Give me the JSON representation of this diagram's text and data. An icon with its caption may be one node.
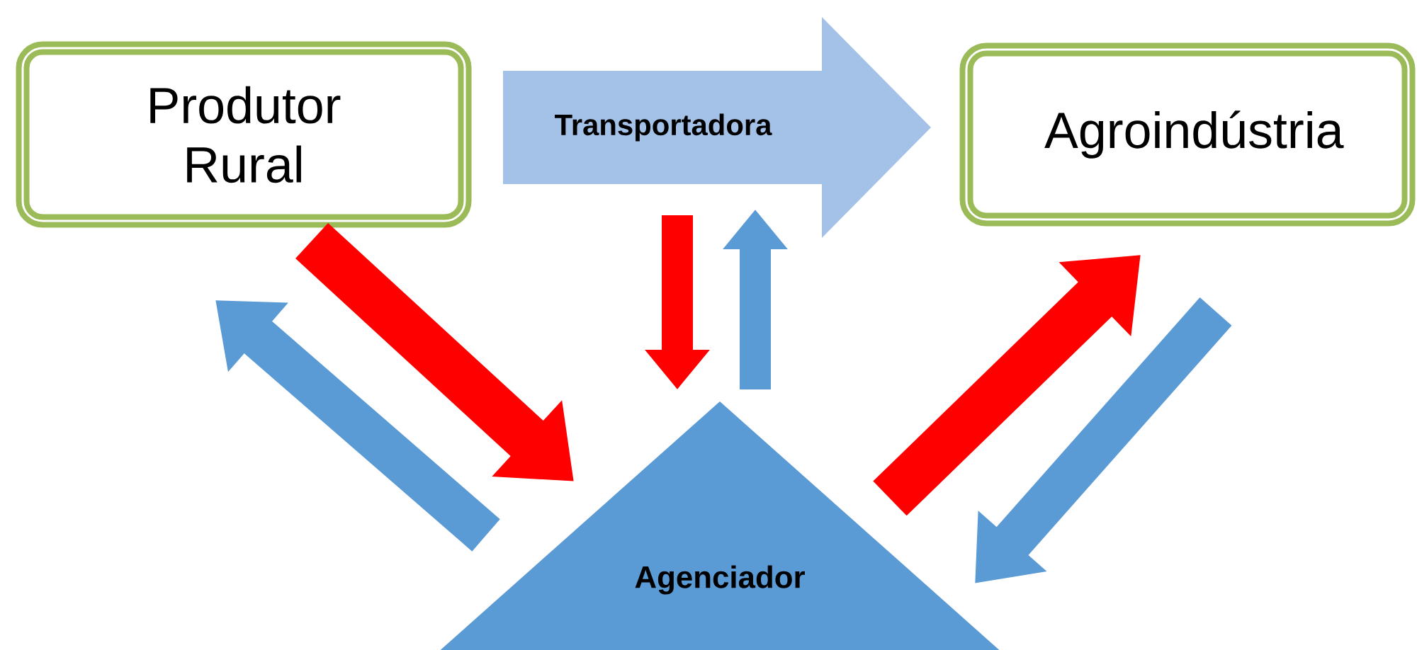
{
  "diagram": {
    "nodes": [
      {
        "text": [
          "Produtor Rural"
        ]
      },
      {
        "text": [
          "Transportadora"
        ]
      },
      {
        "text": [
          "Agroindústria"
        ]
      },
      {
        "text": [
          "Agenciador"
        ]
      }
    ],
    "edges": [
      {
        "from": 0,
        "to": 3,
        "arrow": "to",
        "color": "#ff0000"
      },
      {
        "from": 3,
        "to": 0,
        "arrow": "to",
        "color": "#5b9bd5"
      },
      {
        "from": 1,
        "to": 3,
        "arrow": "to",
        "color": "#ff0000"
      },
      {
        "from": 3,
        "to": 1,
        "arrow": "to",
        "color": "#5b9bd5"
      },
      {
        "from": 3,
        "to": 2,
        "arrow": "to",
        "color": "#ff0000"
      },
      {
        "from": 2,
        "to": 3,
        "arrow": "to",
        "color": "#5b9bd5"
      }
    ]
  }
}
